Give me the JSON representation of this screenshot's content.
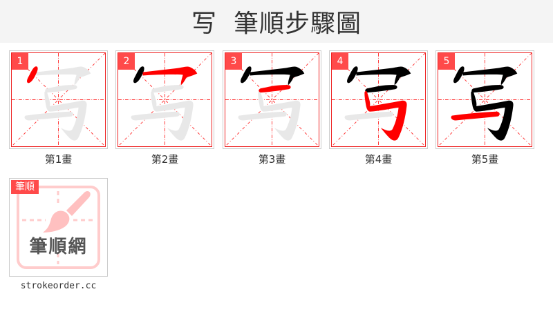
{
  "header": {
    "character": "写",
    "title": "筆順步驟圖"
  },
  "steps": [
    {
      "number": "1",
      "label": "第1畫"
    },
    {
      "number": "2",
      "label": "第2畫"
    },
    {
      "number": "3",
      "label": "第3畫"
    },
    {
      "number": "4",
      "label": "第4畫"
    },
    {
      "number": "5",
      "label": "第5畫"
    }
  ],
  "logo": {
    "badge": "筆順",
    "text": "筆順網",
    "url": "strokeorder.cc"
  },
  "colors": {
    "active_stroke": "#ff0000",
    "done_stroke": "#000000",
    "ghost_stroke": "#e8e8e8",
    "grid": "#ff3b3b",
    "badge": "#ff4a4a"
  }
}
